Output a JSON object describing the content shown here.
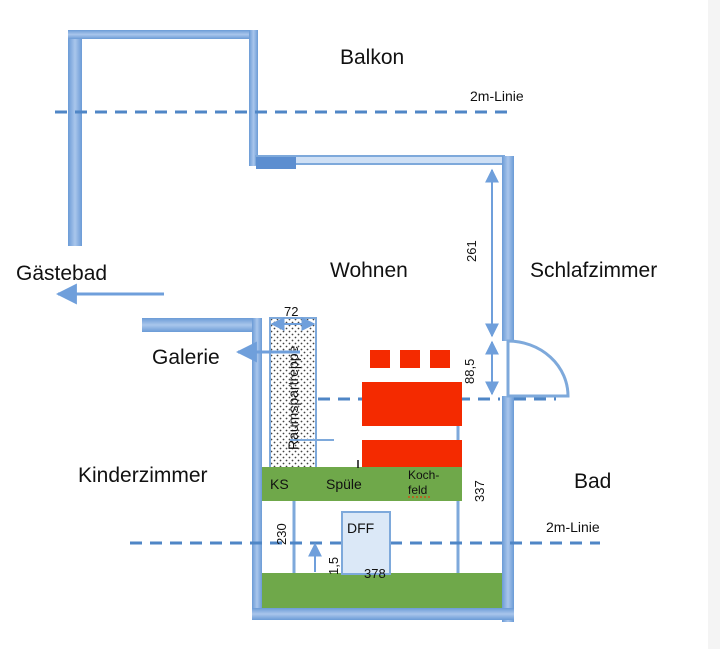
{
  "rooms": {
    "balkon": "Balkon",
    "gaestebad": "Gästebad",
    "wohnen": "Wohnen",
    "schlafzimmer": "Schlafzimmer",
    "galerie": "Galerie",
    "kinderzimmer": "Kinderzimmer",
    "bad": "Bad"
  },
  "lines": {
    "two_m_top": "2m-Linie",
    "two_m_bottom": "2m-Linie"
  },
  "fixtures": {
    "stair": "Raumspartreppe",
    "ks": "KS",
    "spuele": "Spüle",
    "kochfeld_line1": "Koch-",
    "kochfeld_line2": "feld",
    "dff": "DFF"
  },
  "dimensions": {
    "d72": "72",
    "d261": "261",
    "d88": "88,5",
    "d337": "337",
    "d230": "230",
    "d15": "1,5",
    "d378": "378"
  },
  "colors": {
    "wall": "#7ea9db",
    "wall_light": "#dbe8f7",
    "dashed": "#4f86c6",
    "counter_green": "#6fa84a",
    "red_block": "#f42a00",
    "arrow": "#6f9fdb"
  }
}
